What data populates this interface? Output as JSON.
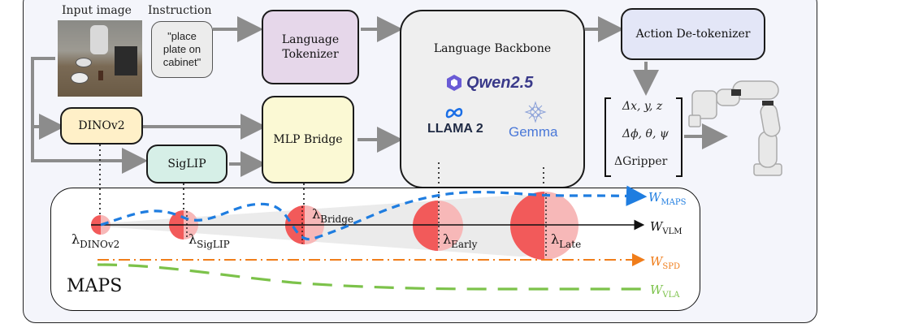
{
  "labels": {
    "input_image": "Input image",
    "instruction": "Instruction",
    "instruction_text": [
      "\"place",
      "plate on",
      "cabinet\""
    ],
    "language_tokenizer": [
      "Language",
      "Tokenizer"
    ],
    "language_backbone": "Language Backbone",
    "action_detokenizer": "Action De-tokenizer",
    "dinov2": "DINOv2",
    "siglip": "SigLIP",
    "mlp_bridge": "MLP Bridge",
    "qwen": "Qwen",
    "qwen_version": "2.5",
    "llama": "LLAMA 2",
    "gemma": "Gemma",
    "action_rows": [
      "Δx, y, z",
      "Δϕ, θ, ψ",
      "ΔGripper"
    ],
    "maps": "MAPS"
  },
  "lambdas": [
    {
      "main": "λ",
      "sub": "DINOv2"
    },
    {
      "main": "λ",
      "sub": "SigLIP"
    },
    {
      "main": "λ",
      "sub": "Bridge"
    },
    {
      "main": "λ",
      "sub": "Early"
    },
    {
      "main": "λ",
      "sub": "Late"
    }
  ],
  "weights": [
    {
      "main": "W",
      "sub": "MAPS",
      "color": "#1f7de0"
    },
    {
      "main": "W",
      "sub": "VLM",
      "color": "#111111"
    },
    {
      "main": "W",
      "sub": "SPD",
      "color": "#f07d1a"
    },
    {
      "main": "W",
      "sub": "VLA",
      "color": "#7cc24a"
    }
  ],
  "colors": {
    "tokenizer_fill": "#e6d7ea",
    "backbone_fill": "#efefef",
    "detok_fill": "#e3e6f7",
    "dino_fill": "#fff0c8",
    "siglip_fill": "#d6efe7",
    "mlp_fill": "#fbf9d4",
    "instruction_fill": "#ececec",
    "arrow_gray": "#8c8c8c",
    "sphere_red": "#f25a5a",
    "sphere_pink": "#f7b8b8"
  }
}
